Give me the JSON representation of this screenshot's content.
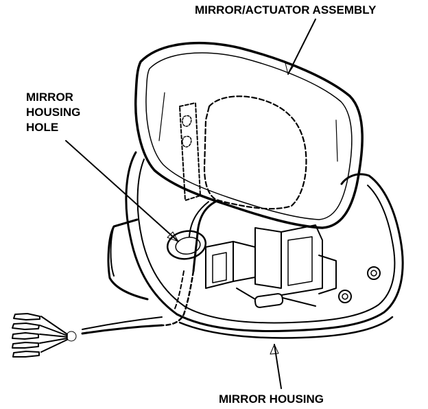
{
  "labels": {
    "mirror_actuator_assembly": "MIRROR/ACTUATOR ASSEMBLY",
    "mirror_housing_hole_line1": "MIRROR",
    "mirror_housing_hole_line2": "HOUSING",
    "mirror_housing_hole_line3": "HOLE",
    "mirror_housing": "MIRROR HOUSING"
  },
  "colors": {
    "ink": "#000000",
    "paper": "#ffffff"
  }
}
